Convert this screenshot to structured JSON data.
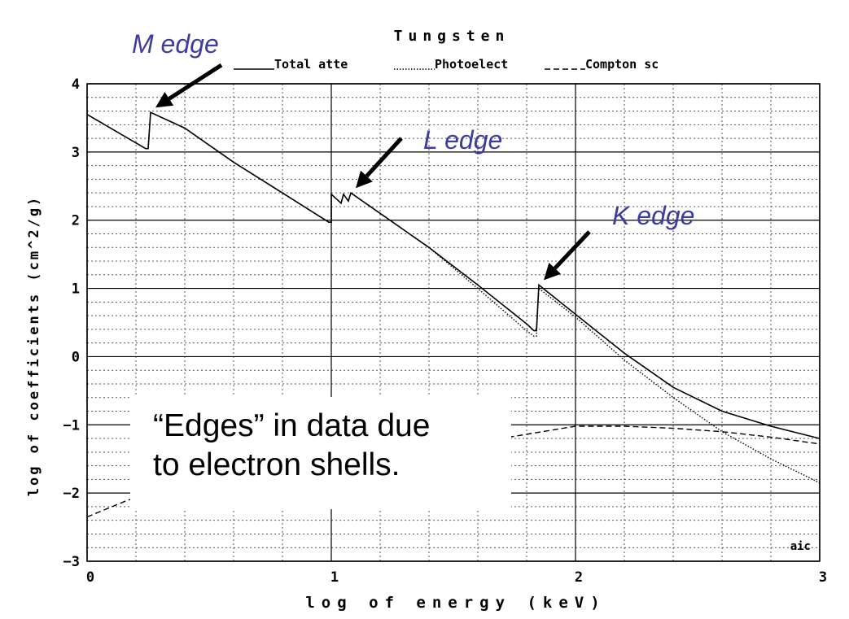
{
  "chart_data": {
    "type": "line",
    "title": "Tungsten",
    "xlabel": "log of energy (keV)",
    "ylabel": "log of coefficients (cm^2/g)",
    "xlim": [
      0,
      3
    ],
    "ylim": [
      -3,
      4
    ],
    "x_ticks": [
      "0",
      "1",
      "2",
      "3"
    ],
    "y_ticks": [
      "4",
      "3",
      "2",
      "1",
      "0",
      "-1",
      "-2",
      "-3"
    ],
    "grid": true,
    "legend_position": "top",
    "series": [
      {
        "name": "Total atte",
        "line_style": "solid",
        "points": [
          [
            0,
            3.55
          ],
          [
            0.24,
            3.05
          ],
          [
            0.25,
            3.05
          ],
          [
            0.26,
            3.58
          ],
          [
            0.4,
            3.35
          ],
          [
            0.6,
            2.85
          ],
          [
            0.8,
            2.4
          ],
          [
            0.99,
            1.97
          ],
          [
            1.0,
            1.97
          ],
          [
            1.0,
            2.38
          ],
          [
            1.04,
            2.25
          ],
          [
            1.05,
            2.38
          ],
          [
            1.07,
            2.28
          ],
          [
            1.08,
            2.4
          ],
          [
            1.2,
            2.1
          ],
          [
            1.4,
            1.6
          ],
          [
            1.6,
            1.05
          ],
          [
            1.8,
            0.48
          ],
          [
            1.83,
            0.38
          ],
          [
            1.84,
            0.38
          ],
          [
            1.85,
            1.05
          ],
          [
            2.0,
            0.62
          ],
          [
            2.2,
            0.05
          ],
          [
            2.4,
            -0.45
          ],
          [
            2.6,
            -0.8
          ],
          [
            2.8,
            -1.02
          ],
          [
            3.0,
            -1.2
          ]
        ]
      },
      {
        "name": "Photoelect",
        "line_style": "dotted",
        "points": [
          [
            0,
            3.55
          ],
          [
            0.24,
            3.05
          ],
          [
            0.25,
            3.05
          ],
          [
            0.26,
            3.58
          ],
          [
            0.4,
            3.35
          ],
          [
            0.6,
            2.85
          ],
          [
            0.8,
            2.4
          ],
          [
            0.99,
            1.97
          ],
          [
            1.0,
            1.97
          ],
          [
            1.0,
            2.38
          ],
          [
            1.04,
            2.25
          ],
          [
            1.05,
            2.38
          ],
          [
            1.07,
            2.28
          ],
          [
            1.08,
            2.4
          ],
          [
            1.2,
            2.1
          ],
          [
            1.4,
            1.6
          ],
          [
            1.6,
            1.0
          ],
          [
            1.8,
            0.38
          ],
          [
            1.83,
            0.3
          ],
          [
            1.84,
            0.3
          ],
          [
            1.85,
            1.0
          ],
          [
            2.0,
            0.58
          ],
          [
            2.2,
            -0.05
          ],
          [
            2.4,
            -0.6
          ],
          [
            2.6,
            -1.1
          ],
          [
            2.8,
            -1.5
          ],
          [
            3.0,
            -1.85
          ]
        ]
      },
      {
        "name": "Compton sc",
        "line_style": "dashed",
        "points": [
          [
            0,
            -2.35
          ],
          [
            0.17,
            -2.1
          ],
          [
            2.0,
            -1.02
          ],
          [
            2.2,
            -1.02
          ],
          [
            2.4,
            -1.05
          ],
          [
            2.6,
            -1.1
          ],
          [
            2.8,
            -1.18
          ],
          [
            3.0,
            -1.28
          ]
        ]
      }
    ],
    "annotations": [
      {
        "text": "M edge",
        "x": 0.26,
        "y": 3.58
      },
      {
        "text": "L edge",
        "x": 1.08,
        "y": 2.4
      },
      {
        "text": "K edge",
        "x": 1.85,
        "y": 1.05
      }
    ],
    "corner_label": "aic"
  },
  "callout": {
    "line1": "“Edges” in data due",
    "line2": "to electron shells."
  },
  "colors": {
    "annotation": "#3d3d9e",
    "line": "#000000",
    "grid_major": "#000000",
    "grid_minor": "#555555"
  }
}
